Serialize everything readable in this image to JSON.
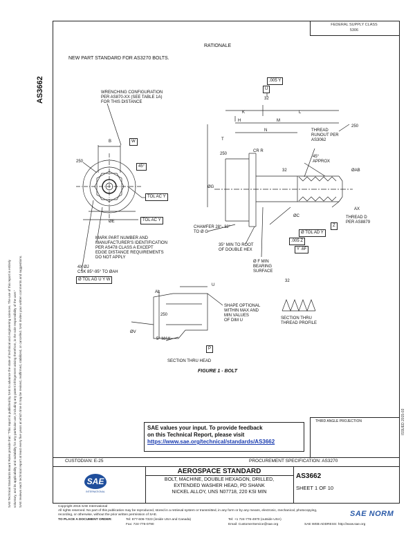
{
  "header": {
    "doc_number_side": "AS3662",
    "fsc_line1": "FEDERAL SUPPLY CLASS",
    "fsc_line2": "5306",
    "section_title": "RATIONALE",
    "rationale_text": "NEW PART STANDARD FOR AS3270 BOLTS.",
    "issued_side": "ISSUED 2015-03"
  },
  "disclaimer": {
    "line1": "SAE Technical Standards Board Rules provide that: \"This report is published by SAE to advance the state of technical and engineering sciences. The use of this report is entirely",
    "line2": "voluntary, and its applicability and suitability for any particular use, including any patent infringement arising therefrom, is the sole responsibility of the user.\"",
    "line3": "SAE reviews each technical report at least every five years at which time it may be revised, reaffirmed, stabilized, or cancelled. SAE invites your written comments and suggestions."
  },
  "drawing": {
    "wrenching": [
      "WRENCHING CONFIGURATION",
      "PER AS870-XX (SEE TABLE 1A)",
      "FOR THIS DISTANCE"
    ],
    "mark": [
      "MARK PART NUMBER AND",
      "MANUFACTURER'S IDENTIFICATION",
      "PER AS478 CLASS A EXCEPT",
      "EDGE DISTANCE REQUIREMENTS",
      "DO NOT APPLY"
    ],
    "csk": [
      "4X ØJ",
      "CSK 85°-95° TO ØAH"
    ],
    "csk_fcf": "Ø TOL AG  U  Y  W",
    "tol_ac1": "TOL AC  Y",
    "tol_ac2": "TOL AC  Y",
    "w": "W",
    "b": "B",
    "deg45": "45°",
    "r250a": "250",
    "r250b": "250",
    "r250c": "250",
    "r250d": "250",
    "oe": "ØE",
    "og": "ØG",
    "crr": "CR R",
    "fcf_top": ".005  Y",
    "u": "U",
    "n32a": "32",
    "n32b": "32",
    "n32c": "32",
    "dims": [
      "K",
      "H",
      "L",
      "M",
      "N",
      "T"
    ],
    "thread_runout": [
      "THREAD",
      "RUNOUT PER",
      "AS3062"
    ],
    "approx": [
      "45°",
      "APPROX"
    ],
    "oab": "ØAB",
    "ax": "AX",
    "thread_d": [
      "THREAD D",
      "PER AS8879"
    ],
    "oc": "ØC",
    "tol_ad": "Ø TOL AD  Y",
    "z1": ".005  Z",
    "z": "Z",
    "y_box": "Y  .6F",
    "chamfer": [
      "CHAMFER 28°- 32°",
      "TO Ø G"
    ],
    "min35": [
      "35° MIN TO ROOT",
      "OF DOUBLE HEX"
    ],
    "bearing": [
      "Ø F MIN",
      "BEARING",
      "SURFACE"
    ],
    "al": "AL",
    "u2": "U",
    "ov": "ØV",
    "max5": "5° MAX",
    "p": "P",
    "shape": [
      "SHAPE OPTIONAL",
      "WITHIN MAX AND",
      "MIN VALUES",
      "OF DIM U"
    ],
    "sect_head": "SECTION THRU HEAD",
    "sect_thread": [
      "SECTION THRU",
      "THREAD PROFILE"
    ],
    "figure": "FIGURE 1 - BOLT"
  },
  "feedback": {
    "line1": "SAE values your input. To provide feedback",
    "line2": "on this Technical Report, please visit",
    "link": "https://www.sae.org/technical/standards/AS3662"
  },
  "projection": "THIRD ANGLE PROJECTION",
  "title_block": {
    "custodian": "CUSTODIAN: E-25",
    "procurement": "PROCUREMENT SPECIFICATION: AS3270",
    "logo_text": "SAE",
    "logo_sub": "INTERNATIONAL",
    "heading": "AEROSPACE STANDARD",
    "title_l1": "BOLT, MACHINE, DOUBLE HEXAGON, DRILLED,",
    "title_l2": "EXTENDED WASHER HEAD, PD SHANK",
    "title_l3": "NICKEL ALLOY, UNS N07718, 220 KSI MIN",
    "doc_number": "AS3662",
    "sheet": "SHEET 1 OF 10"
  },
  "footer": {
    "copyright": "Copyright 2015 SAE International",
    "rights1": "All rights reserved. No part of this publication may be reproduced, stored in a retrieval system or transmitted, in any form or by any means, electronic, mechanical, photocopying,",
    "rights2": "recording, or otherwise, without the prior written permission of SAE.",
    "order_label": "TO PLACE A DOCUMENT ORDER:",
    "tel1": "Tel: 877-606-7323 (inside USA and Canada)",
    "tel2": "Tel: +1 724-776-4970 (outside USA)",
    "fax": "Fax: 724-776-0790",
    "email": "Email: CustomerService@sae.org",
    "web": "SAE WEB ADDRESS: http://www.sae.org"
  },
  "watermark": "SAE NORM"
}
